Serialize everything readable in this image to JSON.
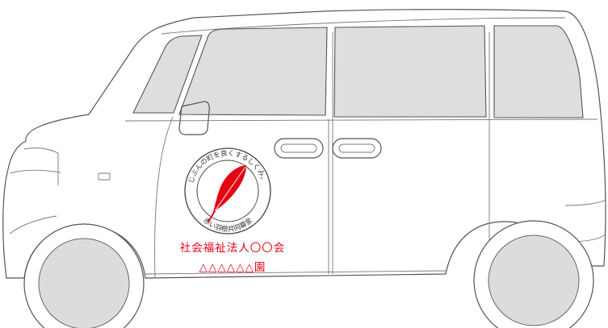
{
  "emblem": {
    "top_text": "じぶんの町を良くするしくみ。",
    "bottom_text": "赤い羽根共同募金",
    "feather_color": "#e60012",
    "icon": "red-feather-icon"
  },
  "door_lettering": {
    "line1": "社会福祉法人〇〇会",
    "line2": "△△△△△△園",
    "color": "#e60012"
  }
}
